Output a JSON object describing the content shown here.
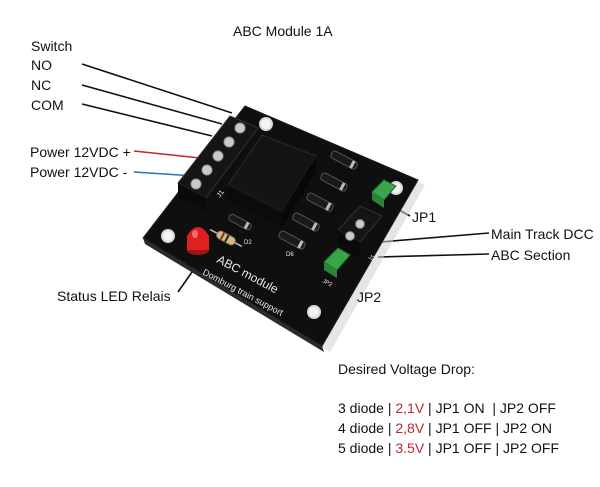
{
  "title": "ABC Module 1A",
  "switch": {
    "heading": "Switch",
    "no": "NO",
    "nc": "NC",
    "com": "COM"
  },
  "power": {
    "plus": "Power 12VDC +",
    "minus": "Power 12VDC -"
  },
  "jumpers": {
    "jp1": "JP1",
    "jp2": "JP2"
  },
  "outputs": {
    "main_track": "Main Track DCC",
    "abc_section": "ABC Section"
  },
  "status_led": "Status LED Relais",
  "board_text": {
    "name": "ABC module",
    "maker": "Domburg train support",
    "j1": "J1",
    "d2": "D2",
    "d6": "D6",
    "jp2_mark": "JP2",
    "j2": "J2"
  },
  "voltage_table": {
    "heading": "Desired Voltage Drop:",
    "rows": [
      {
        "diodes": "3 diode",
        "voltage": "2,1V",
        "jp1": "JP1 ON",
        "jp2": "JP2 OFF"
      },
      {
        "diodes": "4 diode",
        "voltage": "2,8V",
        "jp1": "JP1 OFF",
        "jp2": "JP2 ON"
      },
      {
        "diodes": "5 diode",
        "voltage": "3.5V",
        "jp1": "JP1 OFF",
        "jp2": "JP2 OFF"
      }
    ]
  },
  "colors": {
    "pcb": "#0e0e0e",
    "jumper": "#3aa64a",
    "led": "#e02020",
    "wire_red": "#c0262c",
    "wire_blue": "#2a6fc0",
    "voltage_red": "#c0262c"
  }
}
